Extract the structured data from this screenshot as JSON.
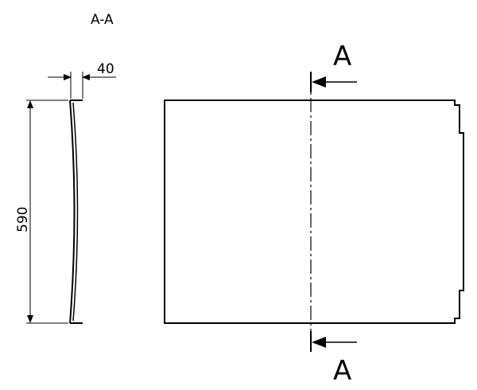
{
  "section_view": {
    "title": "A-A",
    "thickness_dimension": "40",
    "height_dimension": "590"
  },
  "front_view": {
    "section_marker_top": "A",
    "section_marker_bottom": "A"
  },
  "colors": {
    "line": "#000000",
    "background": "#ffffff"
  }
}
